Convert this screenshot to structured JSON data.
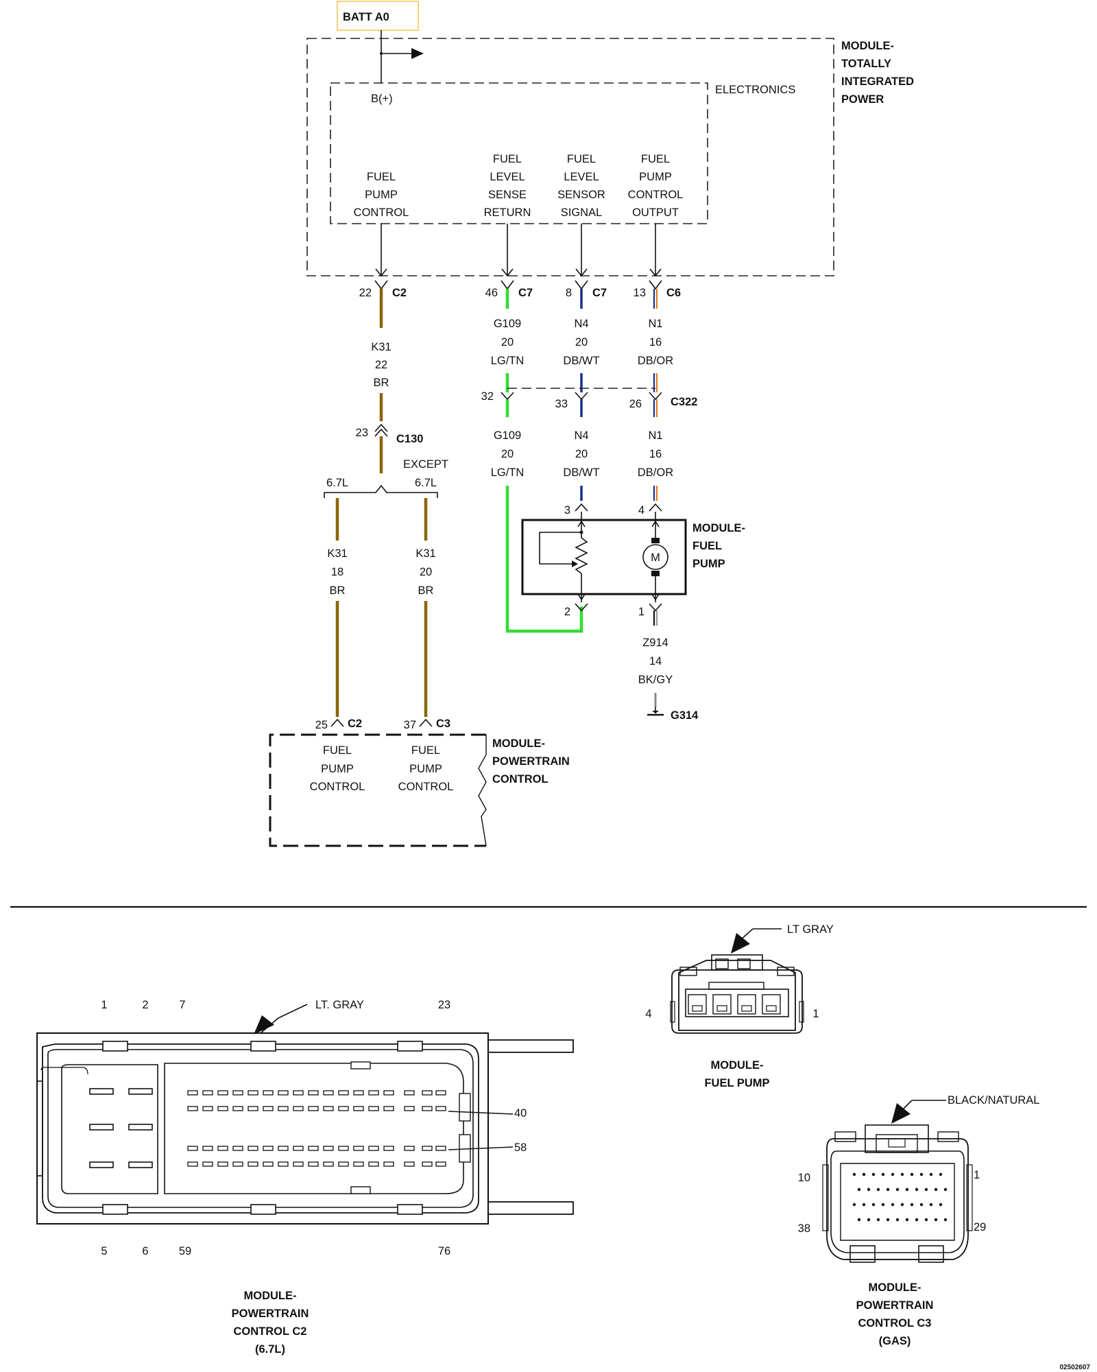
{
  "top": {
    "batt_label": "BATT A0",
    "module_tip_lines": [
      "MODULE-",
      "TOTALLY",
      "INTEGRATED",
      "POWER"
    ],
    "electronics": "ELECTRONICS",
    "bplus": "B(+)",
    "fpc_lines": [
      "FUEL",
      "PUMP",
      "CONTROL"
    ],
    "flsr_lines": [
      "FUEL",
      "LEVEL",
      "SENSE",
      "RETURN"
    ],
    "flss_lines": [
      "FUEL",
      "LEVEL",
      "SENSOR",
      "SIGNAL"
    ],
    "fpco_lines": [
      "FUEL",
      "PUMP",
      "CONTROL",
      "OUTPUT"
    ]
  },
  "connectors": {
    "c2_top": {
      "pin": "22",
      "name": "C2"
    },
    "c7_a": {
      "pin": "46",
      "name": "C7"
    },
    "c7_b": {
      "pin": "8",
      "name": "C7"
    },
    "c6": {
      "pin": "13",
      "name": "C6"
    },
    "c322": {
      "pins": [
        "32",
        "33",
        "26"
      ],
      "name": "C322"
    },
    "c130": {
      "pin": "23",
      "name": "C130"
    },
    "pump_pins": {
      "p3": "3",
      "p4": "4",
      "p2": "2",
      "p1": "1"
    },
    "pcm_c2": {
      "pin": "25",
      "name": "C2"
    },
    "pcm_c3": {
      "pin": "37",
      "name": "C3"
    },
    "ground": "G314"
  },
  "wires": {
    "k31_a": [
      "K31",
      "22",
      "BR"
    ],
    "g109_a": [
      "G109",
      "20",
      "LG/TN"
    ],
    "n4_a": [
      "N4",
      "20",
      "DB/WT"
    ],
    "n1_a": [
      "N1",
      "16",
      "DB/OR"
    ],
    "g109_b": [
      "G109",
      "20",
      "LG/TN"
    ],
    "n4_b": [
      "N4",
      "20",
      "DB/WT"
    ],
    "n1_b": [
      "N1",
      "16",
      "DB/OR"
    ],
    "split_left": "6.7L",
    "split_right_lines": [
      "EXCEPT",
      "6.7L"
    ],
    "k31_b": [
      "K31",
      "18",
      "BR"
    ],
    "k31_c": [
      "K31",
      "20",
      "BR"
    ],
    "z914": [
      "Z914",
      "14",
      "BK/GY"
    ]
  },
  "fuel_pump_module": {
    "lines": [
      "MODULE-",
      "FUEL",
      "PUMP"
    ],
    "motor": "M"
  },
  "pcm": {
    "lines": [
      "MODULE-",
      "POWERTRAIN",
      "CONTROL"
    ],
    "left_lines": [
      "FUEL",
      "PUMP",
      "CONTROL"
    ],
    "right_lines": [
      "FUEL",
      "PUMP",
      "CONTROL"
    ]
  },
  "views": {
    "c2_view": {
      "color_label": "LT. GRAY",
      "top_pins": [
        "1",
        "2",
        "7",
        "23"
      ],
      "bottom_pins": [
        "5",
        "6",
        "59",
        "76"
      ],
      "side_pins": [
        "40",
        "58"
      ],
      "caption_lines": [
        "MODULE-",
        "POWERTRAIN",
        "CONTROL C2",
        "(6.7L)"
      ]
    },
    "fuel_pump_view": {
      "color_label": "LT GRAY",
      "pins": [
        "4",
        "1"
      ],
      "caption_lines": [
        "MODULE-",
        "FUEL PUMP"
      ]
    },
    "c3_view": {
      "color_label": "BLACK/NATURAL",
      "pins": [
        "10",
        "1",
        "38",
        "29"
      ],
      "caption_lines": [
        "MODULE-",
        "POWERTRAIN",
        "CONTROL C3",
        "(GAS)"
      ]
    }
  },
  "figure_id": "02502607",
  "colors": {
    "brown": "#8B6508",
    "light_green": "#33DD33",
    "dark_blue": "#1A2E8A",
    "orange": "#E07A20",
    "gray": "#888888",
    "batt_box": "#F2D27A"
  }
}
